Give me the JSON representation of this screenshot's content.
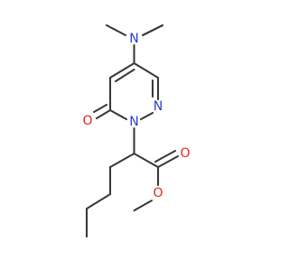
{
  "molecule": {
    "atoms": {
      "amine_n": {
        "symbol": "N",
        "color": "#2b3cd8"
      },
      "ring_n1": {
        "symbol": "N",
        "color": "#2b3cd8"
      },
      "ring_n2": {
        "symbol": "N",
        "color": "#2b3cd8"
      },
      "ketone_o": {
        "symbol": "O",
        "color": "#e0261a"
      },
      "ester_o_carbonyl": {
        "symbol": "O",
        "color": "#e0261a"
      },
      "ester_o_ether": {
        "symbol": "O",
        "color": "#e0261a"
      }
    },
    "bond_color": "#3a3a3a"
  }
}
